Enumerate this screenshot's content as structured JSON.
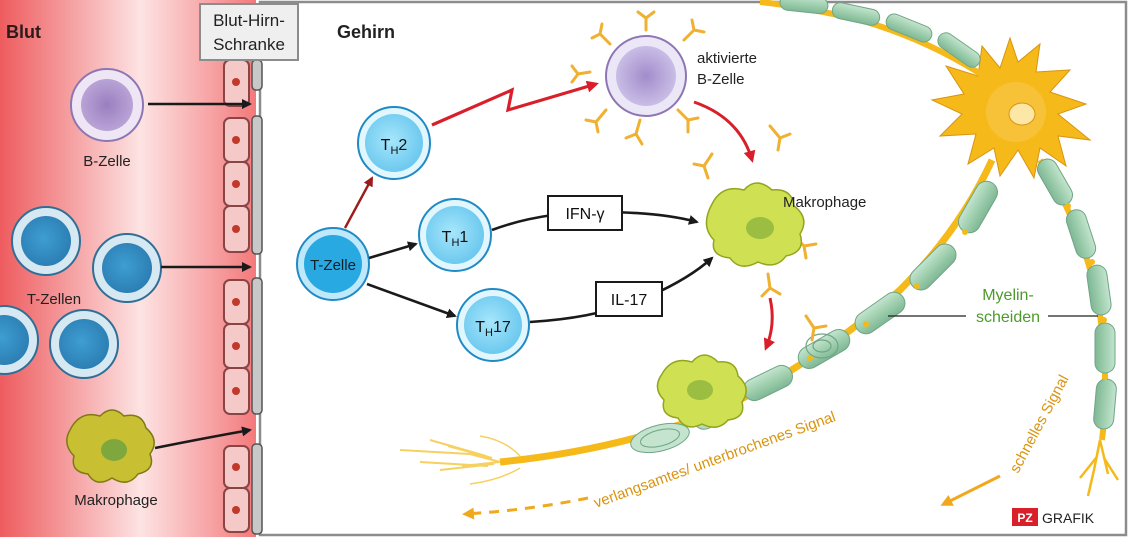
{
  "blood": {
    "title": "Blut",
    "b_cell": "B-Zelle",
    "t_cells": "T-Zellen",
    "macrophage": "Makrophage"
  },
  "barrier": {
    "line1": "Blut-Hirn-",
    "line2": "Schranke"
  },
  "brain": {
    "title": "Gehirn",
    "t_cell": "T-Zelle",
    "th_prefix": "T",
    "th_sub": "H",
    "th2": "2",
    "th1": "1",
    "th17": "17",
    "ifn": "IFN-γ",
    "il17": "IL-17",
    "activated_b_line1": "aktivierte",
    "activated_b_line2": "B-Zelle",
    "macrophage": "Makrophage",
    "myelin_line1": "Myelin-",
    "myelin_line2": "scheiden",
    "fast_signal": "schnelles Signal",
    "slow_signal": "verlangsamtes/ unterbrochenes Signal"
  },
  "logo": {
    "badge": "PZ",
    "text": "GRAFIK"
  },
  "colors": {
    "blood_red": "#f06a6a",
    "th_blue": "#1aa6df",
    "arrow_red": "#d9202a",
    "macrophage_green": "#c7d64a",
    "neuron_yellow": "#f6b91a",
    "myelin_green": "#9fcfae",
    "label_green": "#4d9a2a",
    "label_orange": "#d99410"
  }
}
